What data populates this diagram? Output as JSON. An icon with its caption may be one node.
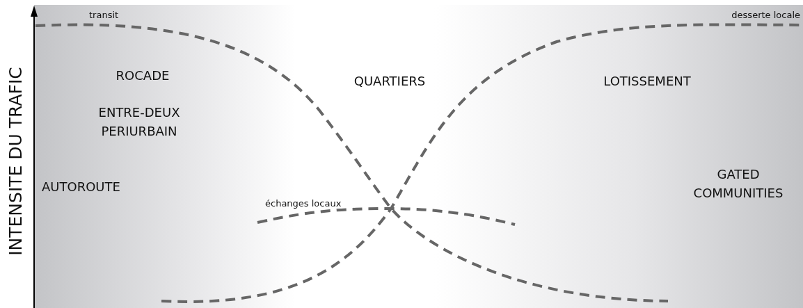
{
  "diagram": {
    "labels": [
      "transit",
      "desserte locale",
      "INTENSITE DU TRAFIC",
      "ROCADE",
      "QUARTIERS",
      "LOTISSEMENT",
      "ENTRE-DEUX PERIURBAIN",
      "GATED COMMUNITIES",
      "AUTOROUTE",
      "échanges locaux"
    ]
  }
}
